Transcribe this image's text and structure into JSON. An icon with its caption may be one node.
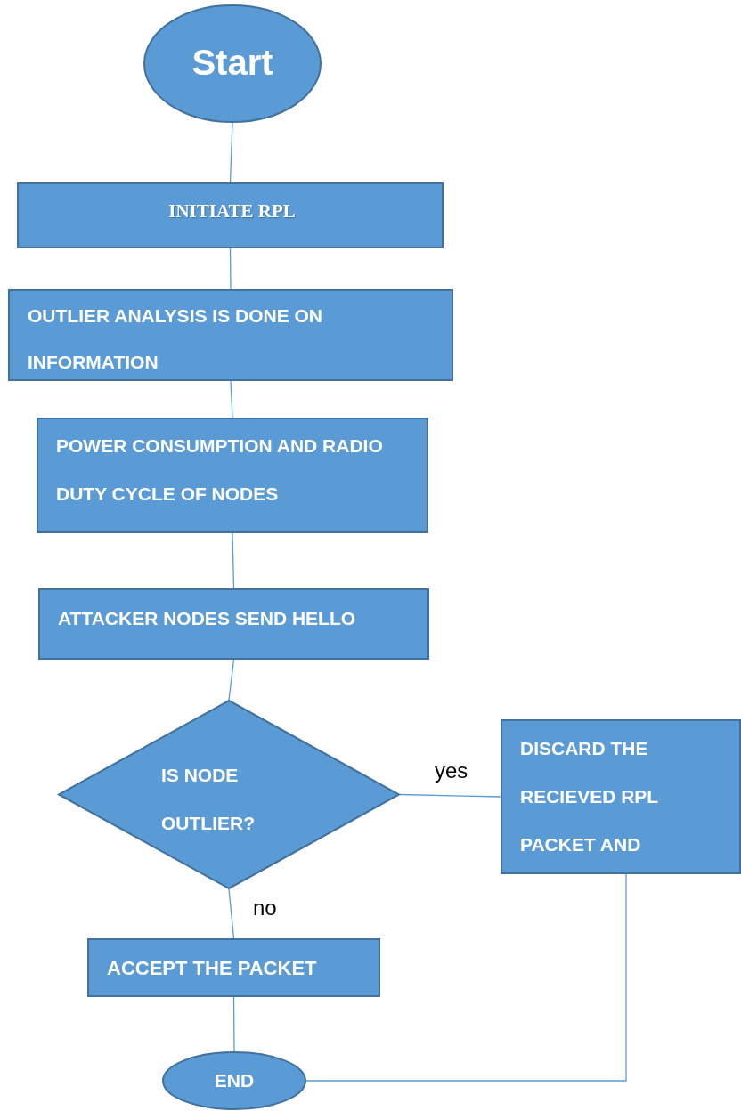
{
  "diagram": {
    "nodes": [
      {
        "text": [
          "Start"
        ]
      },
      {
        "text": [
          "INITIATE RPL"
        ]
      },
      {
        "text": [
          "OUTLIER ANALYSIS IS DONE ON INFORMATION"
        ]
      },
      {
        "text": [
          "POWER CONSUMPTION AND RADIO DUTY CYCLE OF NODES"
        ]
      },
      {
        "text": [
          "ATTACKER NODES SEND HELLO"
        ]
      },
      {
        "text": [
          "IS NODE OUTLIER?"
        ]
      },
      {
        "text": [
          "DISCARD THE RECIEVED RPL PACKET AND"
        ]
      },
      {
        "text": [
          "ACCEPT THE PACKET"
        ]
      },
      {
        "text": [
          "END"
        ]
      }
    ],
    "edges": [
      {
        "from": 0,
        "to": 1,
        "arrow": "none"
      },
      {
        "from": 1,
        "to": 2,
        "arrow": "none"
      },
      {
        "from": 2,
        "to": 3,
        "arrow": "none"
      },
      {
        "from": 3,
        "to": 4,
        "arrow": "none"
      },
      {
        "from": 4,
        "to": 5,
        "arrow": "none"
      },
      {
        "from": 5,
        "to": 6,
        "label": "yes",
        "arrow": "none"
      },
      {
        "from": 5,
        "to": 7,
        "label": "no",
        "arrow": "none"
      },
      {
        "from": 7,
        "to": 8,
        "arrow": "none"
      },
      {
        "from": 6,
        "to": 8,
        "arrow": "none"
      }
    ]
  }
}
